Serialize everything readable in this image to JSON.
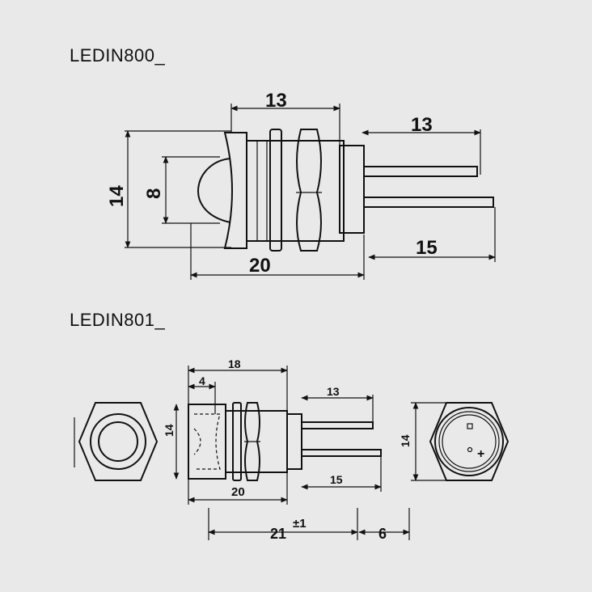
{
  "titles": {
    "ledin800": "LEDIN800_",
    "ledin801": "LEDIN801_"
  },
  "ledin800": {
    "dims": {
      "top_width": "13",
      "lead_short": "13",
      "height": "14",
      "dome": "8",
      "length": "20",
      "lead_long": "15"
    }
  },
  "ledin801": {
    "dims": {
      "overall": "18",
      "dome_depth": "4",
      "lead_short": "13",
      "height": "14",
      "length": "20",
      "lead_long": "15",
      "pitch": "21",
      "tolerance": "±1",
      "panel": "6",
      "end_height": "14"
    },
    "marks": {
      "plus": "+"
    }
  }
}
